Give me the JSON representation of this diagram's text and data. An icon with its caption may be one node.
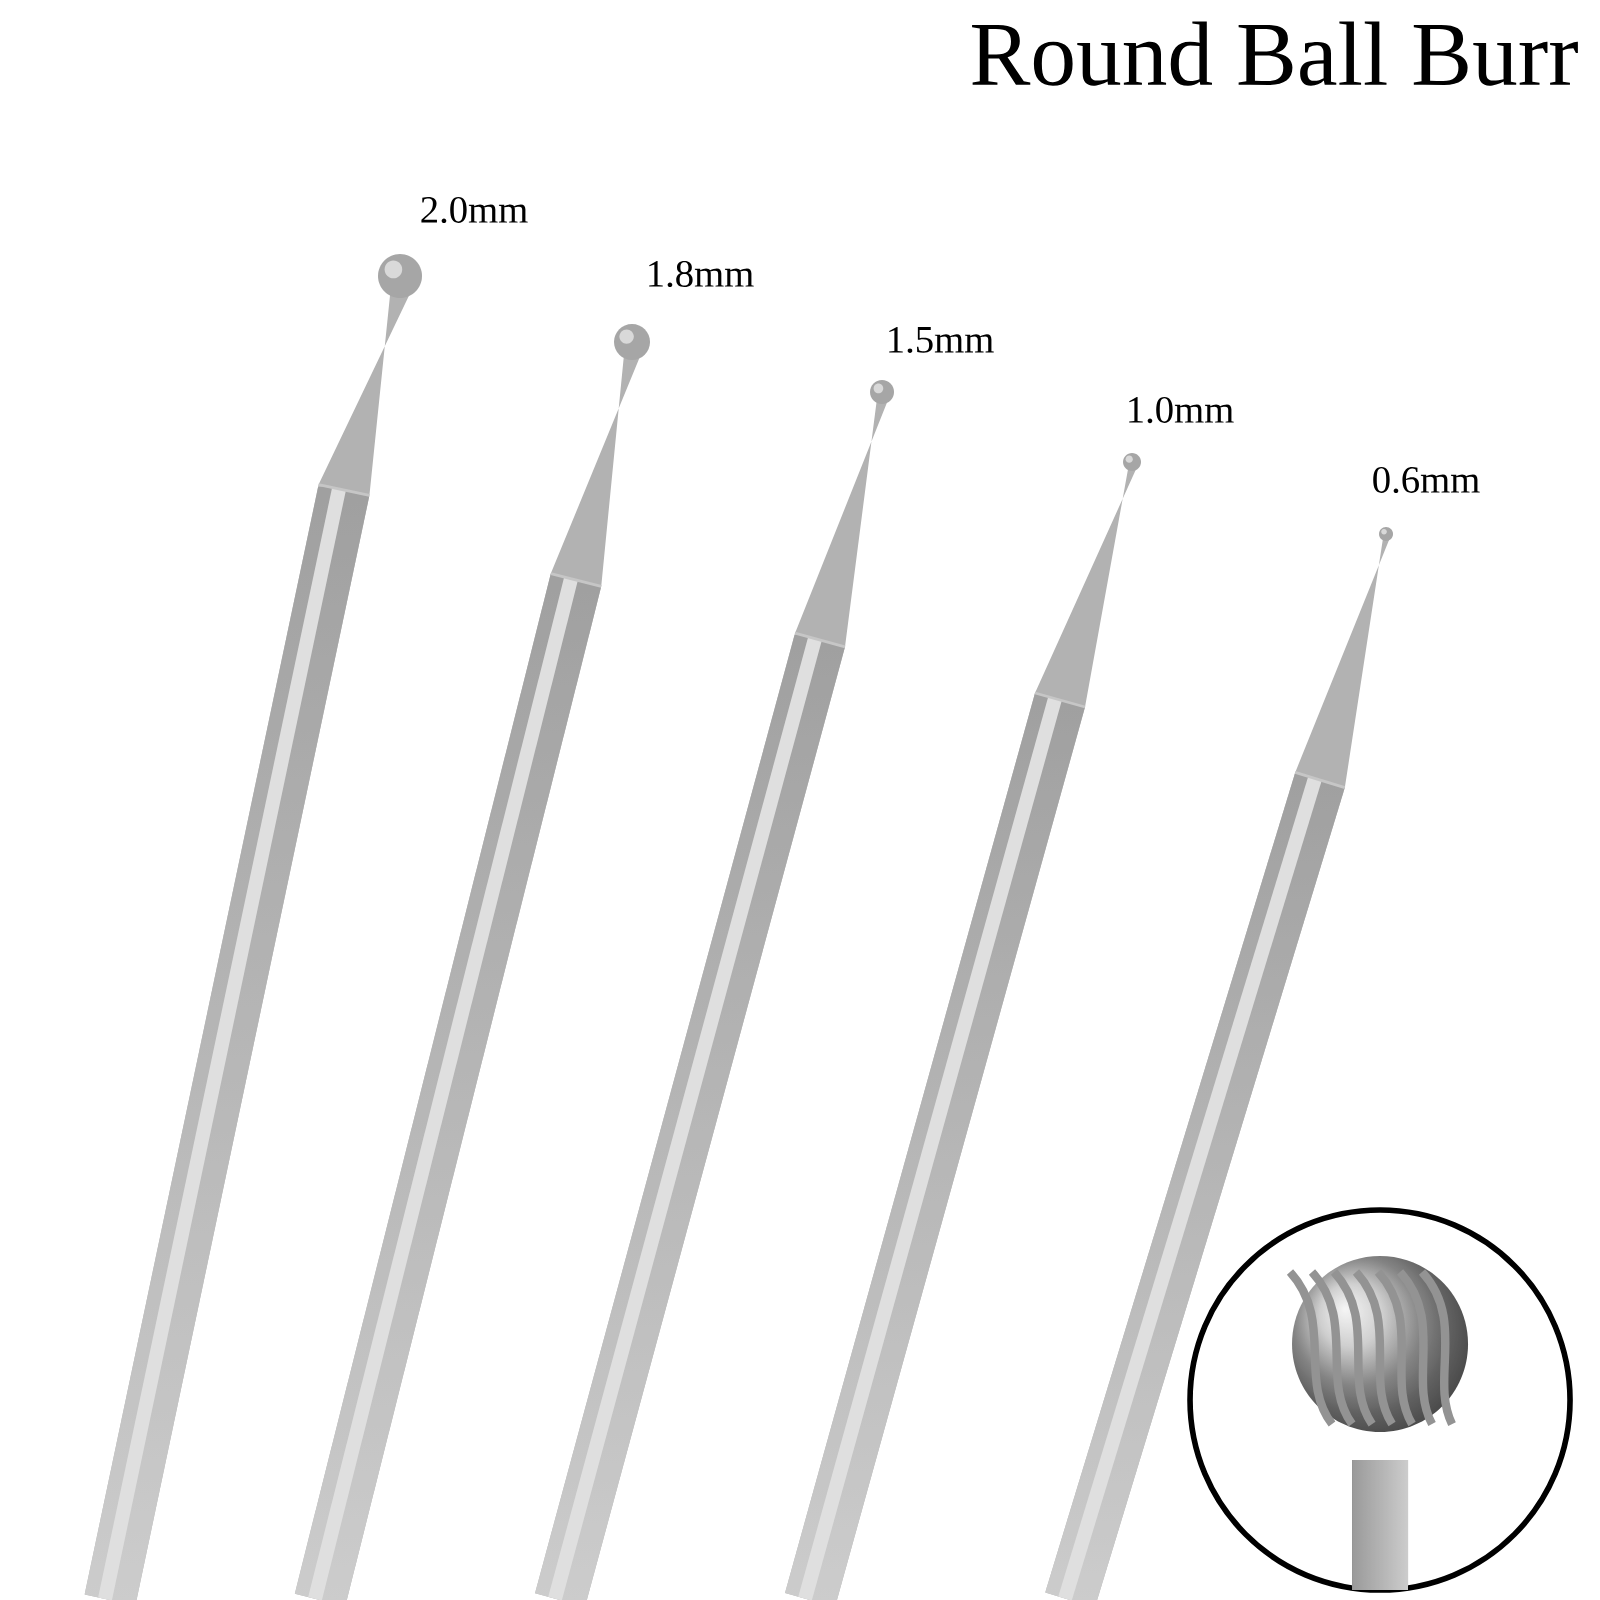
{
  "diagram": {
    "title": "Round Ball Burr",
    "labels": [
      "2.0mm",
      "1.8mm",
      "1.5mm",
      "1.0mm",
      "0.6mm"
    ]
  }
}
